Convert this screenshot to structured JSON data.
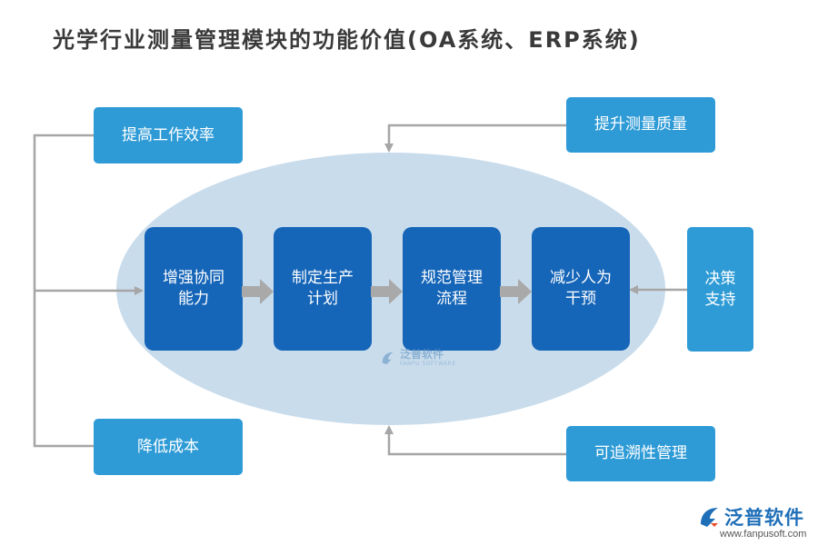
{
  "title": "光学行业测量管理模块的功能价值(OA系统、ERP系统)",
  "outer_left": {
    "top": "提高工作效率",
    "bottom": "降低成本"
  },
  "outer_right": {
    "top": "提升测量质量",
    "middle": "决策\n支持",
    "bottom": "可追溯性管理"
  },
  "core_steps": [
    "增强协同\n能力",
    "制定生产\n计划",
    "规范管理\n流程",
    "减少人为\n干预"
  ],
  "watermark": {
    "name": "泛普软件",
    "sub": "FANPU SOFTWARE"
  },
  "logo": {
    "name": "泛普软件",
    "url": "www.fanpusoft.com"
  },
  "colors": {
    "side_box": "#2e9bd6",
    "core_box": "#1565b8",
    "ellipse": "#c9dcec",
    "connector": "#a6a6a6"
  }
}
